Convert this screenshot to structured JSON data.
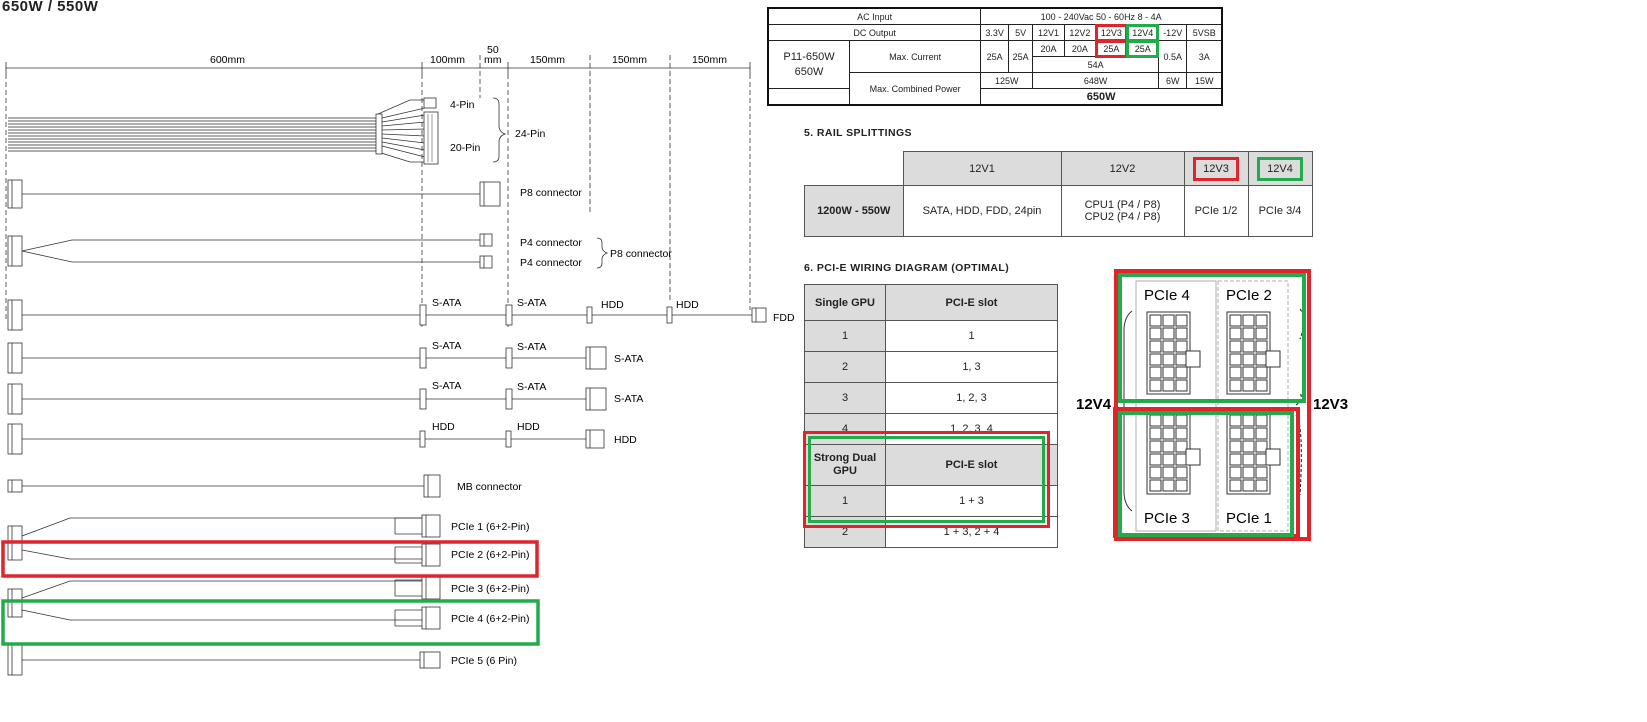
{
  "title": "650W / 550W",
  "cables": {
    "dims": [
      "600mm",
      "100mm",
      "50",
      "mm",
      "150mm",
      "150mm",
      "150mm"
    ],
    "labels": {
      "pin4": "4-Pin",
      "pin20": "20-Pin",
      "pin24": "24-Pin",
      "p8": "P8 connector",
      "p4a": "P4 connector",
      "p4b": "P4 connector",
      "p8b": "P8 connector",
      "sata": "S-ATA",
      "hdd": "HDD",
      "fdd": "FDD",
      "mb": "MB connector",
      "pcie1": "PCIe 1 (6+2-Pin)",
      "pcie2": "PCIe 2 (6+2-Pin)",
      "pcie3": "PCIe 3 (6+2-Pin)",
      "pcie4": "PCIe 4 (6+2-Pin)",
      "pcie5": "PCIe 5 (6 Pin)"
    }
  },
  "spec": {
    "ac_label": "AC Input",
    "ac_value": "100 - 240Vac     50 - 60Hz     8 - 4A",
    "dc_label": "DC Output",
    "rails": [
      "3.3V",
      "5V",
      "12V1",
      "12V2",
      "12V3",
      "12V4",
      "-12V",
      "5VSB"
    ],
    "model": "P11-650W",
    "watt": "650W",
    "maxcur_label": "Max. Current",
    "currents": [
      "25A",
      "25A",
      "20A",
      "20A",
      "25A",
      "25A",
      "0.5A",
      "3A"
    ],
    "combined12": "54A",
    "combined_label": "Max. Combined Power",
    "power": [
      "125W",
      "648W",
      "6W",
      "15W"
    ],
    "total": "650W"
  },
  "rail_section": {
    "title": "5.    RAIL SPLITTINGS",
    "headers": [
      "12V1",
      "12V2",
      "12V3",
      "12V4"
    ],
    "row_label": "1200W - 550W",
    "cells": [
      "SATA, HDD, FDD, 24pin",
      "CPU1 (P4 / P8)",
      "CPU2 (P4 / P8)",
      "PCIe 1/2",
      "PCIe 3/4"
    ]
  },
  "pcie_section": {
    "title": "6.    PCI-E WIRING DIAGRAM (OPTIMAL)",
    "single_h1": "Single GPU",
    "single_h2": "PCI-E slot",
    "single_rows": [
      [
        "1",
        "1"
      ],
      [
        "2",
        "1, 3"
      ],
      [
        "3",
        "1, 2, 3"
      ],
      [
        "4",
        "1, 2, 3, 4"
      ]
    ],
    "dual_h1": "Strong Dual GPU",
    "dual_h2": "PCI-E slot",
    "dual_rows": [
      [
        "1",
        "1 + 3"
      ],
      [
        "2",
        "1 + 3, 2 + 4"
      ]
    ]
  },
  "connector_diagram": {
    "labels": [
      "PCIe 4",
      "PCIe 2",
      "PCIe 3",
      "PCIe 1"
    ],
    "left": "12V4",
    "right": "12V3"
  },
  "colors": {
    "red": "#e0242b",
    "green": "#22ab4a",
    "gray": "#dcdcdc"
  }
}
